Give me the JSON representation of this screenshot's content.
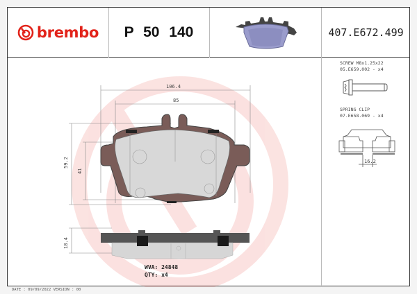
{
  "header": {
    "brand": "brembo",
    "part_number": "P 50 140",
    "code": "407.E672.499",
    "brand_color": "#e2231a"
  },
  "accessories": {
    "screw": {
      "name": "SCREW M8x1.25x22",
      "ref": "05.E659.002 - x4"
    },
    "spring_clip": {
      "name": "SPRING CLIP",
      "ref": "07.E658.069 - x4",
      "dimension": "16.2"
    }
  },
  "dimensions": {
    "overall_width": "106.4",
    "inner_width": "85",
    "overall_height": "59.2",
    "pad_height": "41",
    "thickness": "18.4"
  },
  "info": {
    "wva": "WVA: 24848",
    "qty": "QTY: x4"
  },
  "footer": {
    "text": "DATE : 09/09/2022 VERSION : 00"
  }
}
